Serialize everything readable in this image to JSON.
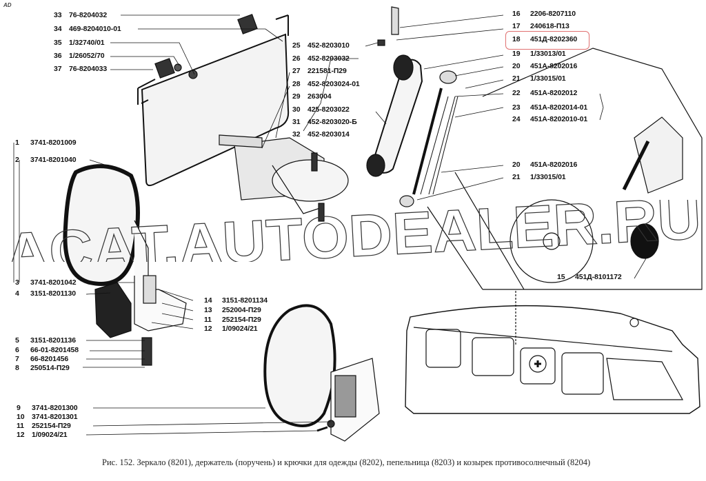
{
  "corner_mark": "AD",
  "caption": "Рис. 152. Зеркало (8201), держатель (поручень) и крючки для одежды (8202), пепельница (8203) и козырек противосолнечный (8204)",
  "watermark": "ACAT.AUTODEALER.RU",
  "highlight_color": "#e07070",
  "highlighted_item": "18",
  "labels": {
    "l1": {
      "num": "1",
      "part": "3741-8201009"
    },
    "l2": {
      "num": "2",
      "part": "3741-8201040"
    },
    "l3": {
      "num": "3",
      "part": "3741-8201042"
    },
    "l4": {
      "num": "4",
      "part": "3151-8201130"
    },
    "l5": {
      "num": "5",
      "part": "3151-8201136"
    },
    "l6": {
      "num": "6",
      "part": "66-01-8201458"
    },
    "l7": {
      "num": "7",
      "part": "66-8201456"
    },
    "l8": {
      "num": "8",
      "part": "250514-П29"
    },
    "l9": {
      "num": "9",
      "part": "3741-8201300"
    },
    "l10": {
      "num": "10",
      "part": "3741-8201301"
    },
    "l11b": {
      "num": "11",
      "part": "252154-П29"
    },
    "l12b": {
      "num": "12",
      "part": "1/09024/21"
    },
    "l14": {
      "num": "14",
      "part": "3151-8201134"
    },
    "l13": {
      "num": "13",
      "part": "252004-П29"
    },
    "l11": {
      "num": "11",
      "part": "252154-П29"
    },
    "l12": {
      "num": "12",
      "part": "1/09024/21"
    },
    "l15": {
      "num": "15",
      "part": "451Д-8101172"
    },
    "l16": {
      "num": "16",
      "part": "2206-8207110"
    },
    "l17": {
      "num": "17",
      "part": "240618-П13"
    },
    "l18": {
      "num": "18",
      "part": "451Д-8202360"
    },
    "l19": {
      "num": "19",
      "part": "1/33013/01"
    },
    "l20": {
      "num": "20",
      "part": "451А-8202016"
    },
    "l21": {
      "num": "21",
      "part": "1/33015/01"
    },
    "l22": {
      "num": "22",
      "part": "451А-8202012"
    },
    "l23": {
      "num": "23",
      "part": "451А-8202014-01"
    },
    "l24": {
      "num": "24",
      "part": "451А-8202010-01"
    },
    "l20b": {
      "num": "20",
      "part": "451А-8202016"
    },
    "l21b": {
      "num": "21",
      "part": "1/33015/01"
    },
    "l25": {
      "num": "25",
      "part": "452-8203010"
    },
    "l26": {
      "num": "26",
      "part": "452-8203032"
    },
    "l27": {
      "num": "27",
      "part": "221581-П29"
    },
    "l28": {
      "num": "28",
      "part": "452-8203024-01"
    },
    "l29": {
      "num": "29",
      "part": "263004"
    },
    "l30": {
      "num": "30",
      "part": "425-8203022"
    },
    "l31": {
      "num": "31",
      "part": "452-8203020-Б"
    },
    "l32": {
      "num": "32",
      "part": "452-8203014"
    },
    "l33": {
      "num": "33",
      "part": "76-8204032"
    },
    "l34": {
      "num": "34",
      "part": "469-8204010-01"
    },
    "l35": {
      "num": "35",
      "part": "1/32740/01"
    },
    "l36": {
      "num": "36",
      "part": "1/26052/70"
    },
    "l37": {
      "num": "37",
      "part": "76-8204033"
    }
  }
}
